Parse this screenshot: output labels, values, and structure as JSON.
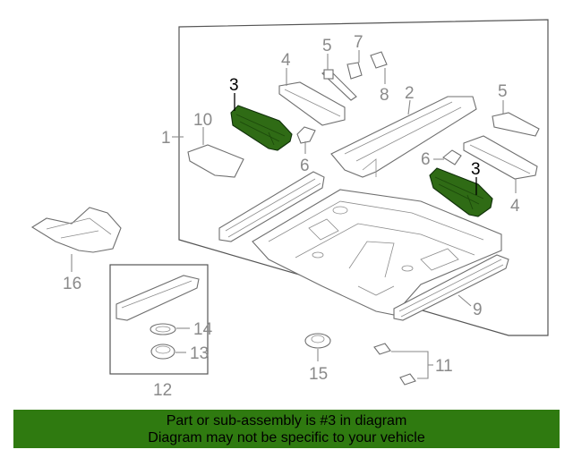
{
  "colors": {
    "highlight": "#2f6b15",
    "banner": "#2f7a10",
    "callout": "#8a8a8a"
  },
  "callouts": {
    "c1": "1",
    "c2": "2",
    "c3a": "3",
    "c3b": "3",
    "c4a": "4",
    "c4b": "4",
    "c5a": "5",
    "c5b": "5",
    "c6a": "6",
    "c6b": "6",
    "c7": "7",
    "c8": "8",
    "c9": "9",
    "c10": "10",
    "c11": "11",
    "c12": "12",
    "c13": "13",
    "c14": "14",
    "c15": "15",
    "c16": "16"
  },
  "banner": {
    "line1": "Part or sub-assembly is #3 in diagram",
    "line2": "Diagram may not be specific to your vehicle"
  }
}
